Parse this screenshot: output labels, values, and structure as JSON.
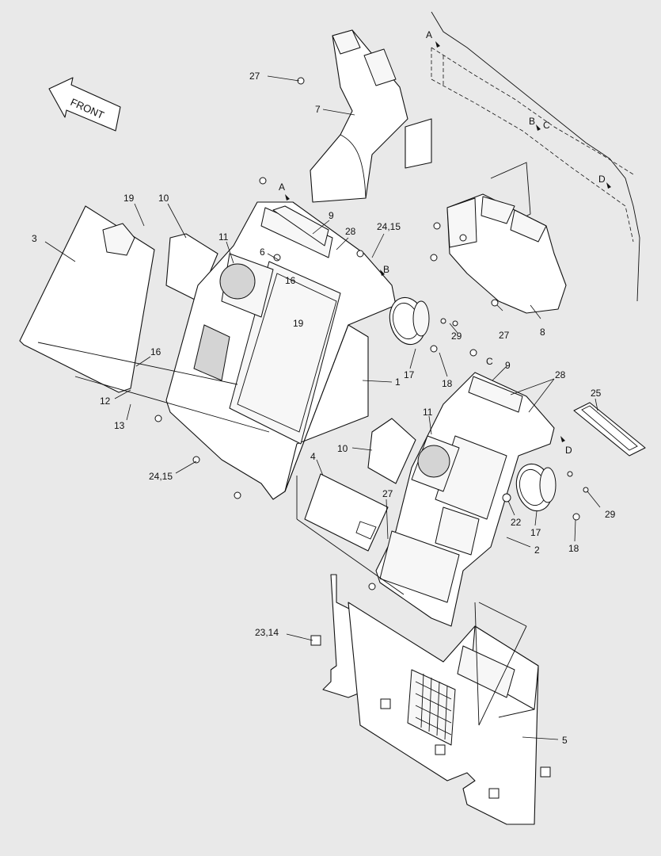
{
  "front_label": "FRONT",
  "callouts": [
    {
      "id": "c3",
      "text": "3"
    },
    {
      "id": "c19a",
      "text": "19"
    },
    {
      "id": "c10a",
      "text": "10"
    },
    {
      "id": "c11a",
      "text": "11"
    },
    {
      "id": "c6",
      "text": "6"
    },
    {
      "id": "c9a",
      "text": "9"
    },
    {
      "id": "c28a",
      "text": "28"
    },
    {
      "id": "c2415a",
      "text": "24,15"
    },
    {
      "id": "c16a",
      "text": "16"
    },
    {
      "id": "c19b",
      "text": "19"
    },
    {
      "id": "c16b",
      "text": "16"
    },
    {
      "id": "c12",
      "text": "12"
    },
    {
      "id": "c13",
      "text": "13"
    },
    {
      "id": "c2415b",
      "text": "24,15"
    },
    {
      "id": "c1",
      "text": "1"
    },
    {
      "id": "c17a",
      "text": "17"
    },
    {
      "id": "c18a",
      "text": "18"
    },
    {
      "id": "c29a",
      "text": "29"
    },
    {
      "id": "c27a",
      "text": "27"
    },
    {
      "id": "c7",
      "text": "7"
    },
    {
      "id": "c27b",
      "text": "27"
    },
    {
      "id": "c8",
      "text": "8"
    },
    {
      "id": "c9b",
      "text": "9"
    },
    {
      "id": "c28b",
      "text": "28"
    },
    {
      "id": "c25",
      "text": "25"
    },
    {
      "id": "c11b",
      "text": "11"
    },
    {
      "id": "c10b",
      "text": "10"
    },
    {
      "id": "c4",
      "text": "4"
    },
    {
      "id": "c27c",
      "text": "27"
    },
    {
      "id": "c22",
      "text": "22"
    },
    {
      "id": "c17b",
      "text": "17"
    },
    {
      "id": "c29b",
      "text": "29"
    },
    {
      "id": "c18b",
      "text": "18"
    },
    {
      "id": "c2",
      "text": "2"
    },
    {
      "id": "c2314",
      "text": "23,14"
    },
    {
      "id": "c5",
      "text": "5"
    }
  ],
  "refs": [
    {
      "id": "rA1",
      "text": "A"
    },
    {
      "id": "rA2",
      "text": "A"
    },
    {
      "id": "rB1",
      "text": "B"
    },
    {
      "id": "rB2",
      "text": "B"
    },
    {
      "id": "rC1",
      "text": "C"
    },
    {
      "id": "rC2",
      "text": "C"
    },
    {
      "id": "rD1",
      "text": "D"
    },
    {
      "id": "rD2",
      "text": "D"
    }
  ]
}
